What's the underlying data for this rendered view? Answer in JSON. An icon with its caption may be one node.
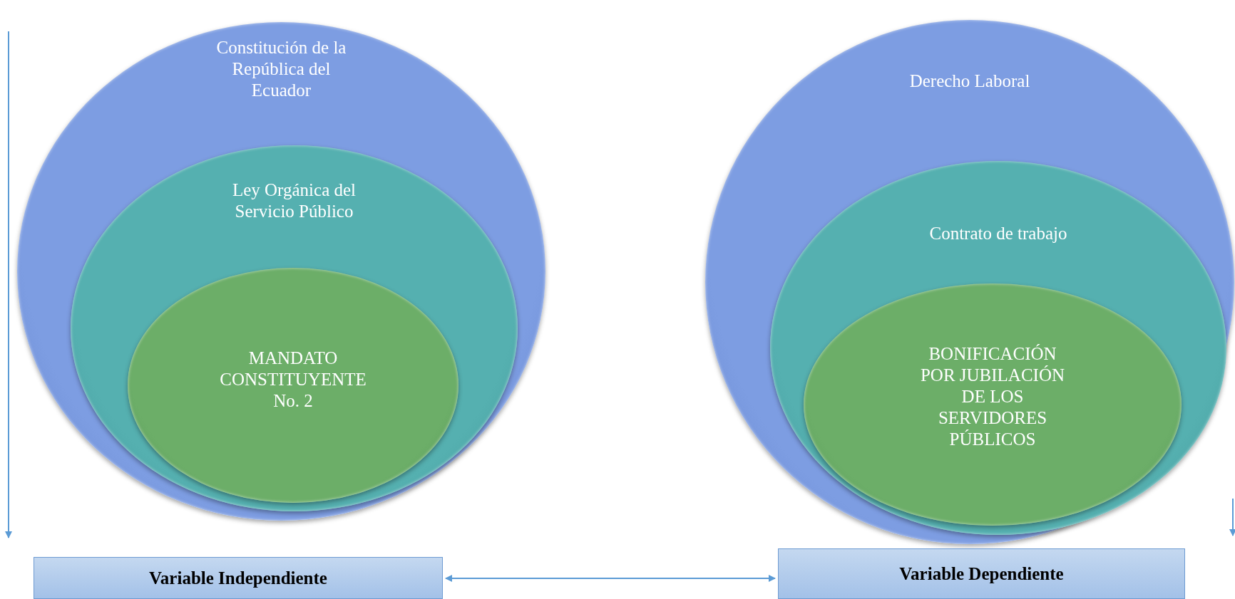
{
  "diagram": {
    "nodes": [
      {
        "text": [
          "Constitución de la República del Ecuador"
        ]
      },
      {
        "text": [
          "Ley Orgánica del Servicio Público"
        ],
        "in": 0
      },
      {
        "text": [
          "MANDATO CONSTITUYENTE No. 2"
        ],
        "in": 1
      },
      {
        "text": [
          "Derecho Laboral"
        ]
      },
      {
        "text": [
          "Contrato de trabajo"
        ],
        "in": 3
      },
      {
        "text": [
          "BONIFICACIÓN POR JUBILACIÓN DE LOS SERVIDORES PÚBLICOS"
        ],
        "in": 4
      },
      {
        "text": [
          "Variable Independiente"
        ]
      },
      {
        "text": [
          "Variable Dependiente"
        ]
      }
    ],
    "edges": [
      {
        "from": 6,
        "to": 7,
        "arrow": "both"
      }
    ]
  }
}
